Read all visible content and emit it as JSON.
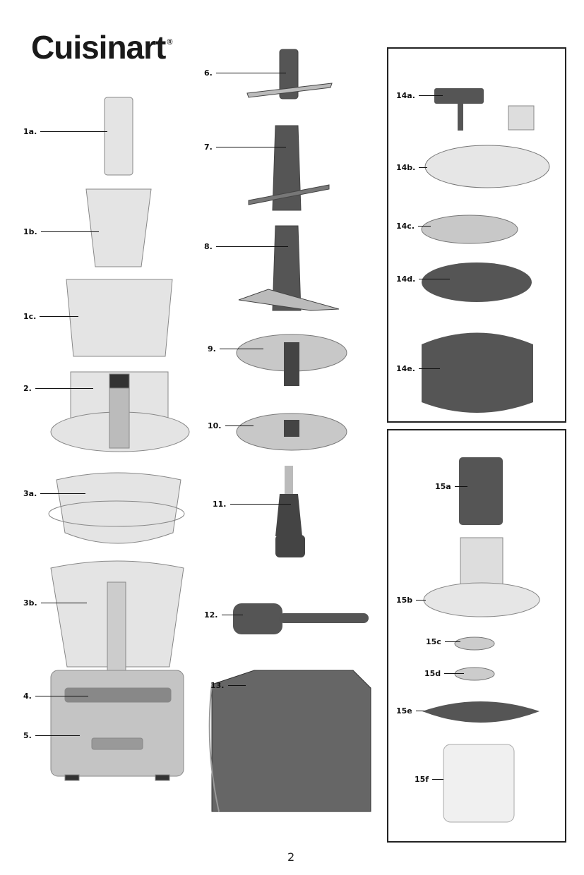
{
  "brand": {
    "name": "Cuisinart",
    "mark": "®"
  },
  "page_number": "2",
  "parts": {
    "p1a": "1a.",
    "p1b": "1b.",
    "p1c": "1c.",
    "p2": "2.",
    "p3a": "3a.",
    "p3b": "3b.",
    "p4": "4.",
    "p5": "5.",
    "p6": "6.",
    "p7": "7.",
    "p8": "8.",
    "p9": "9.",
    "p10": "10.",
    "p11": "11.",
    "p12": "12.",
    "p13": "13.",
    "p14a": "14a.",
    "p14b": "14b.",
    "p14c": "14c.",
    "p14d": "14d.",
    "p14e": "14e.",
    "p15a": "15a",
    "p15b": "15b",
    "p15c": "15c",
    "p15d": "15d",
    "p15e": "15e",
    "p15f": "15f"
  },
  "colors": {
    "dark_part": "#555555",
    "clear_part": "#d8d8d8",
    "steel": "#b8b8b8"
  }
}
